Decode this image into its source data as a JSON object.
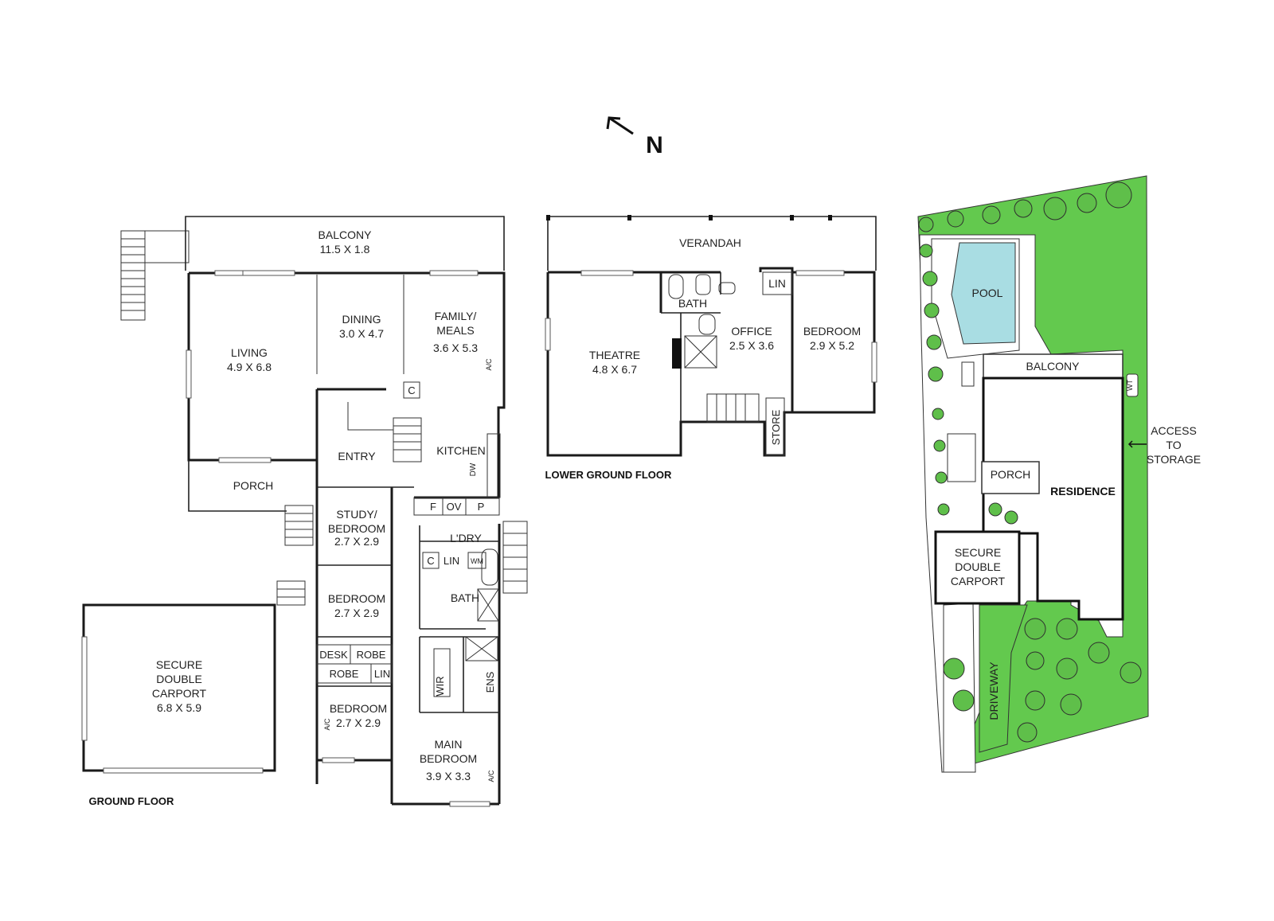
{
  "compass": {
    "label": "N"
  },
  "colors": {
    "garden": "#63c94e",
    "pool": "#a9dde3",
    "wall": "#1a1a1a",
    "tree": "#5fbf4a"
  },
  "ground_floor": {
    "title": "GROUND FLOOR",
    "rooms": {
      "balcony": {
        "name": "BALCONY",
        "size": "11.5 X 1.8"
      },
      "living": {
        "name": "LIVING",
        "size": "4.9 X 6.8"
      },
      "dining": {
        "name": "DINING",
        "size": "3.0 X 4.7"
      },
      "family": {
        "name_line1": "FAMILY/",
        "name_line2": "MEALS",
        "size": "3.6 X 5.3"
      },
      "ac1": "A/C",
      "cupboard": "C",
      "kitchen": "KITCHEN",
      "dw": "DW",
      "entry": "ENTRY",
      "porch": "PORCH",
      "f": "F",
      "ov": "OV",
      "p": "P",
      "study": {
        "name_line1": "STUDY/",
        "name_line2": "BEDROOM",
        "size": "2.7 X 2.9"
      },
      "laundry": "L'DRY",
      "c2": "C",
      "lin": "LIN",
      "wm": "WM",
      "bath": "BATH",
      "bedroom1": {
        "name": "BEDROOM",
        "size": "2.7 X 2.9"
      },
      "desk": "DESK",
      "robe1": "ROBE",
      "robe2": "ROBE",
      "lin2": "LIN",
      "bedroom2": {
        "name": "BEDROOM",
        "size": "2.7 X 2.9"
      },
      "ac2": "A/C",
      "wir": "WIR",
      "ens": "ENS",
      "main_bedroom": {
        "name_line1": "MAIN",
        "name_line2": "BEDROOM",
        "size": "3.9 X 3.3"
      },
      "ac3": "A/C",
      "carport": {
        "line1": "SECURE",
        "line2": "DOUBLE",
        "line3": "CARPORT",
        "size": "6.8 X 5.9"
      }
    }
  },
  "lower_ground_floor": {
    "title": "LOWER GROUND FLOOR",
    "rooms": {
      "verandah": "VERANDAH",
      "theatre": {
        "name": "THEATRE",
        "size": "4.8 X 6.7"
      },
      "bath": "BATH",
      "lin": "LIN",
      "office": {
        "name": "OFFICE",
        "size": "2.5 X 3.6"
      },
      "bedroom": {
        "name": "BEDROOM",
        "size": "2.9 X 5.2"
      },
      "store": "STORE"
    }
  },
  "site_plan": {
    "pool": "POOL",
    "balcony": "BALCONY",
    "wt": "WT",
    "access_line1": "ACCESS",
    "access_line2": "TO",
    "access_line3": "STORAGE",
    "porch": "PORCH",
    "residence": "RESIDENCE",
    "carport_line1": "SECURE",
    "carport_line2": "DOUBLE",
    "carport_line3": "CARPORT",
    "driveway": "DRIVEWAY"
  }
}
